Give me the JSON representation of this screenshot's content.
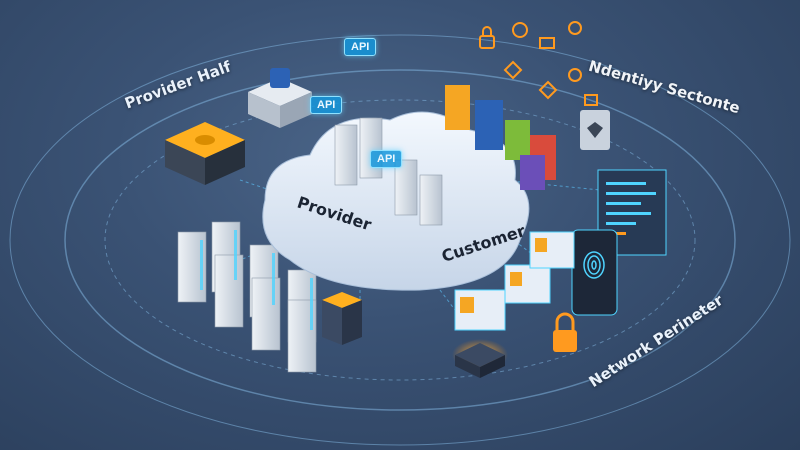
{
  "labels": {
    "provider_half": "Provider Half",
    "identity": "Ndentiyy Sectonte",
    "network": "Network Perineter",
    "provider": "Provider",
    "customer": "Customer"
  },
  "api_tags": [
    "API",
    "API",
    "API"
  ],
  "colors": {
    "background": "#3a5274",
    "cloud": "#dfe9f5",
    "accent_cyan": "#4fd4ff",
    "accent_orange": "#ff9a1f",
    "server": "#d9dfe7"
  },
  "icons": [
    "lock-icon",
    "fingerprint-icon",
    "id-card-icon",
    "shield-icon",
    "server-rack-icon",
    "storage-device-icon",
    "container-stack-icon"
  ]
}
